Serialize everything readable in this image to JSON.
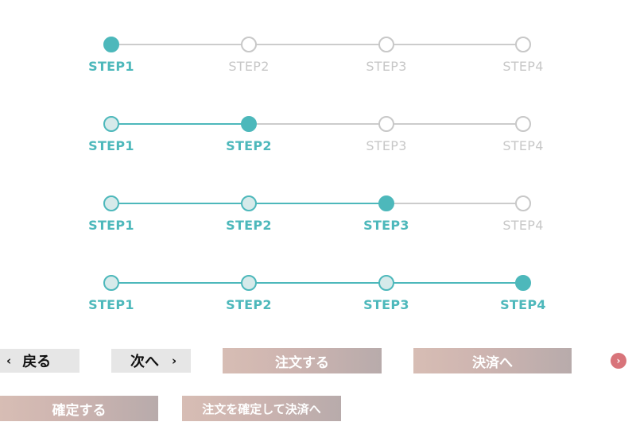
{
  "steppers": [
    {
      "current_step": 1,
      "steps": [
        "STEP1",
        "STEP2",
        "STEP3",
        "STEP4"
      ]
    },
    {
      "current_step": 2,
      "steps": [
        "STEP1",
        "STEP2",
        "STEP3",
        "STEP4"
      ]
    },
    {
      "current_step": 3,
      "steps": [
        "STEP1",
        "STEP2",
        "STEP3",
        "STEP4"
      ]
    },
    {
      "current_step": 4,
      "steps": [
        "STEP1",
        "STEP2",
        "STEP3",
        "STEP4"
      ]
    }
  ],
  "buttons": {
    "back": "戻る",
    "next": "次へ",
    "order": "注文する",
    "to_payment": "決済へ",
    "confirm": "確定する",
    "confirm_order_and_pay": "注文を確定して決済へ"
  },
  "icons": {
    "chevron_left": "‹",
    "chevron_right": "›"
  },
  "colors": {
    "accent": "#4db8bb",
    "inactive": "#c8c8c8",
    "completed_fill": "#d6eaea",
    "circle_button": "#d8747a"
  }
}
